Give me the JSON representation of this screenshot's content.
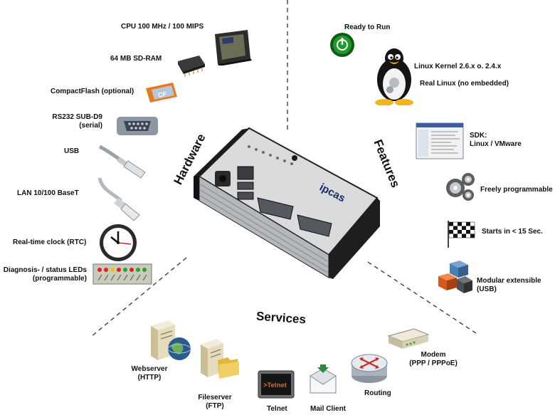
{
  "sections": {
    "hardware": "Hardware",
    "features": "Features",
    "services": "Services"
  },
  "hardware": {
    "cpu": "CPU 100 MHz / 100 MIPS",
    "sdram": "64 MB SD-RAM",
    "compactflash": "CompactFlash (optional)",
    "rs232_line1": "RS232 SUB-D9",
    "rs232_line2": "(serial)",
    "usb": "USB",
    "lan": "LAN 10/100 BaseT",
    "rtc": "Real-time clock (RTC)",
    "leds_line1": "Diagnosis- / status LEDs",
    "leds_line2": "(programmable)"
  },
  "features": {
    "ready": "Ready to Run",
    "kernel": "Linux Kernel 2.6.x o. 2.4.x",
    "real_linux": "Real Linux (no embedded)",
    "sdk_line1": "SDK:",
    "sdk_line2": "Linux / VMware",
    "programmable": "Freely programmable",
    "starts": "Starts in < 15 Sec.",
    "modular_line1": "Modular extensible",
    "modular_line2": "(USB)"
  },
  "services": {
    "web_line1": "Webserver",
    "web_line2": "(HTTP)",
    "file_line1": "Fileserver",
    "file_line2": "(FTP)",
    "telnet": "Telnet",
    "telnet_icon_text": ">Telnet",
    "mail": "Mail Client",
    "routing": "Routing",
    "modem_line1": "Modem",
    "modem_line2": "(PPP / PPPoE)"
  },
  "device": {
    "brand": "ipcas",
    "cf_chip_text": "CF"
  },
  "colors": {
    "ready_green": "#1f9a2a",
    "modular_red": "#d4591f",
    "modular_blue": "#4c7fb3",
    "device_silver": "#c9cbce"
  }
}
